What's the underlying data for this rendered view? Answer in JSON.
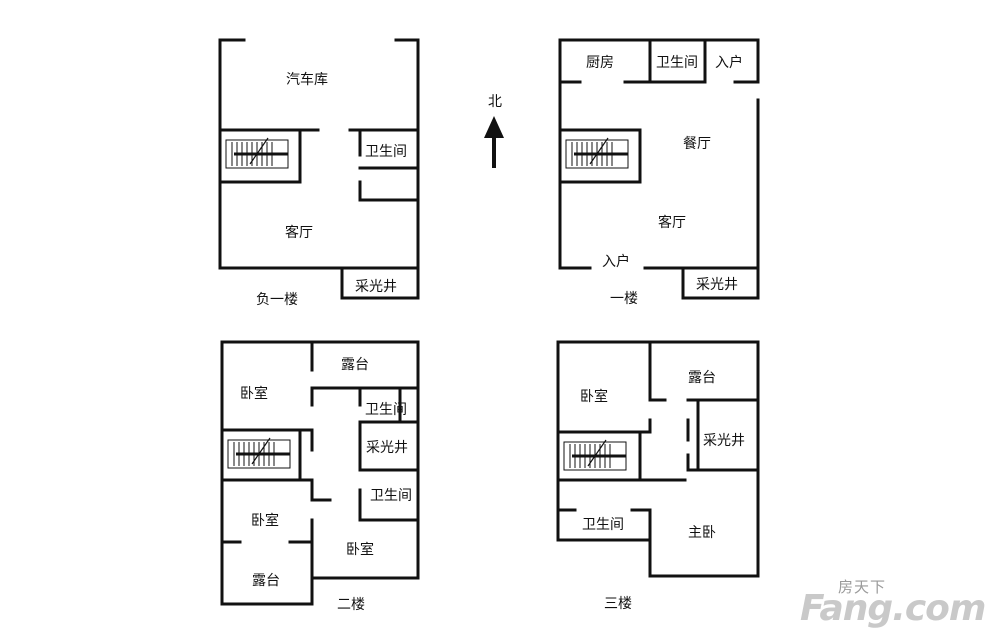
{
  "north": {
    "label": "北"
  },
  "floors": {
    "basement": {
      "name": "负一楼",
      "rooms": {
        "garage": "汽车库",
        "bathroom": "卫生间",
        "living": "客厅",
        "lightwell": "采光井"
      }
    },
    "first": {
      "name": "一楼",
      "rooms": {
        "kitchen": "厨房",
        "bathroom": "卫生间",
        "entrance_top": "入户",
        "dining": "餐厅",
        "living": "客厅",
        "entrance_bottom": "入户",
        "lightwell": "采光井"
      }
    },
    "second": {
      "name": "二楼",
      "rooms": {
        "terrace_top": "露台",
        "bedroom_nw": "卧室",
        "bathroom_a": "卫生间",
        "lightwell": "采光井",
        "bathroom_b": "卫生间",
        "bedroom_w": "卧室",
        "bedroom_s": "卧室",
        "terrace_bottom": "露台"
      }
    },
    "third": {
      "name": "三楼",
      "rooms": {
        "bedroom": "卧室",
        "terrace": "露台",
        "lightwell": "采光井",
        "bathroom": "卫生间",
        "master": "主卧"
      }
    }
  },
  "watermark": {
    "cn": "房天下",
    "en": "Fang.com"
  }
}
